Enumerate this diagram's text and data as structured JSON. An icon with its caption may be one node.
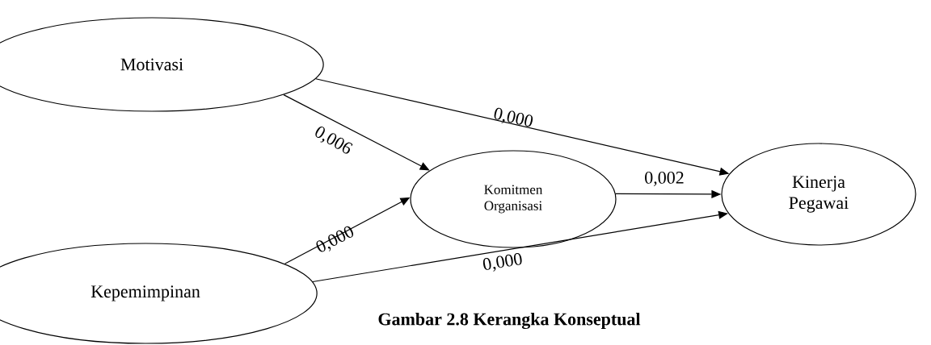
{
  "diagram": {
    "caption": "Gambar 2.8 Kerangka Konseptual",
    "nodes": [
      {
        "text": [
          "Motivasi"
        ]
      },
      {
        "text": [
          "Kepemimpinan"
        ]
      },
      {
        "text": [
          "Komitmen Organisasi"
        ]
      },
      {
        "text": [
          "Kinerja Pegawai"
        ]
      }
    ],
    "edges": [
      {
        "from": 0,
        "to": 3,
        "arrow": "to",
        "label": "0,000"
      },
      {
        "from": 0,
        "to": 2,
        "arrow": "to",
        "label": "0,006"
      },
      {
        "from": 1,
        "to": 2,
        "arrow": "to",
        "label": "0,000"
      },
      {
        "from": 2,
        "to": 3,
        "arrow": "to",
        "label": "0,002"
      },
      {
        "from": 1,
        "to": 3,
        "arrow": "to",
        "label": "0,000"
      }
    ]
  }
}
